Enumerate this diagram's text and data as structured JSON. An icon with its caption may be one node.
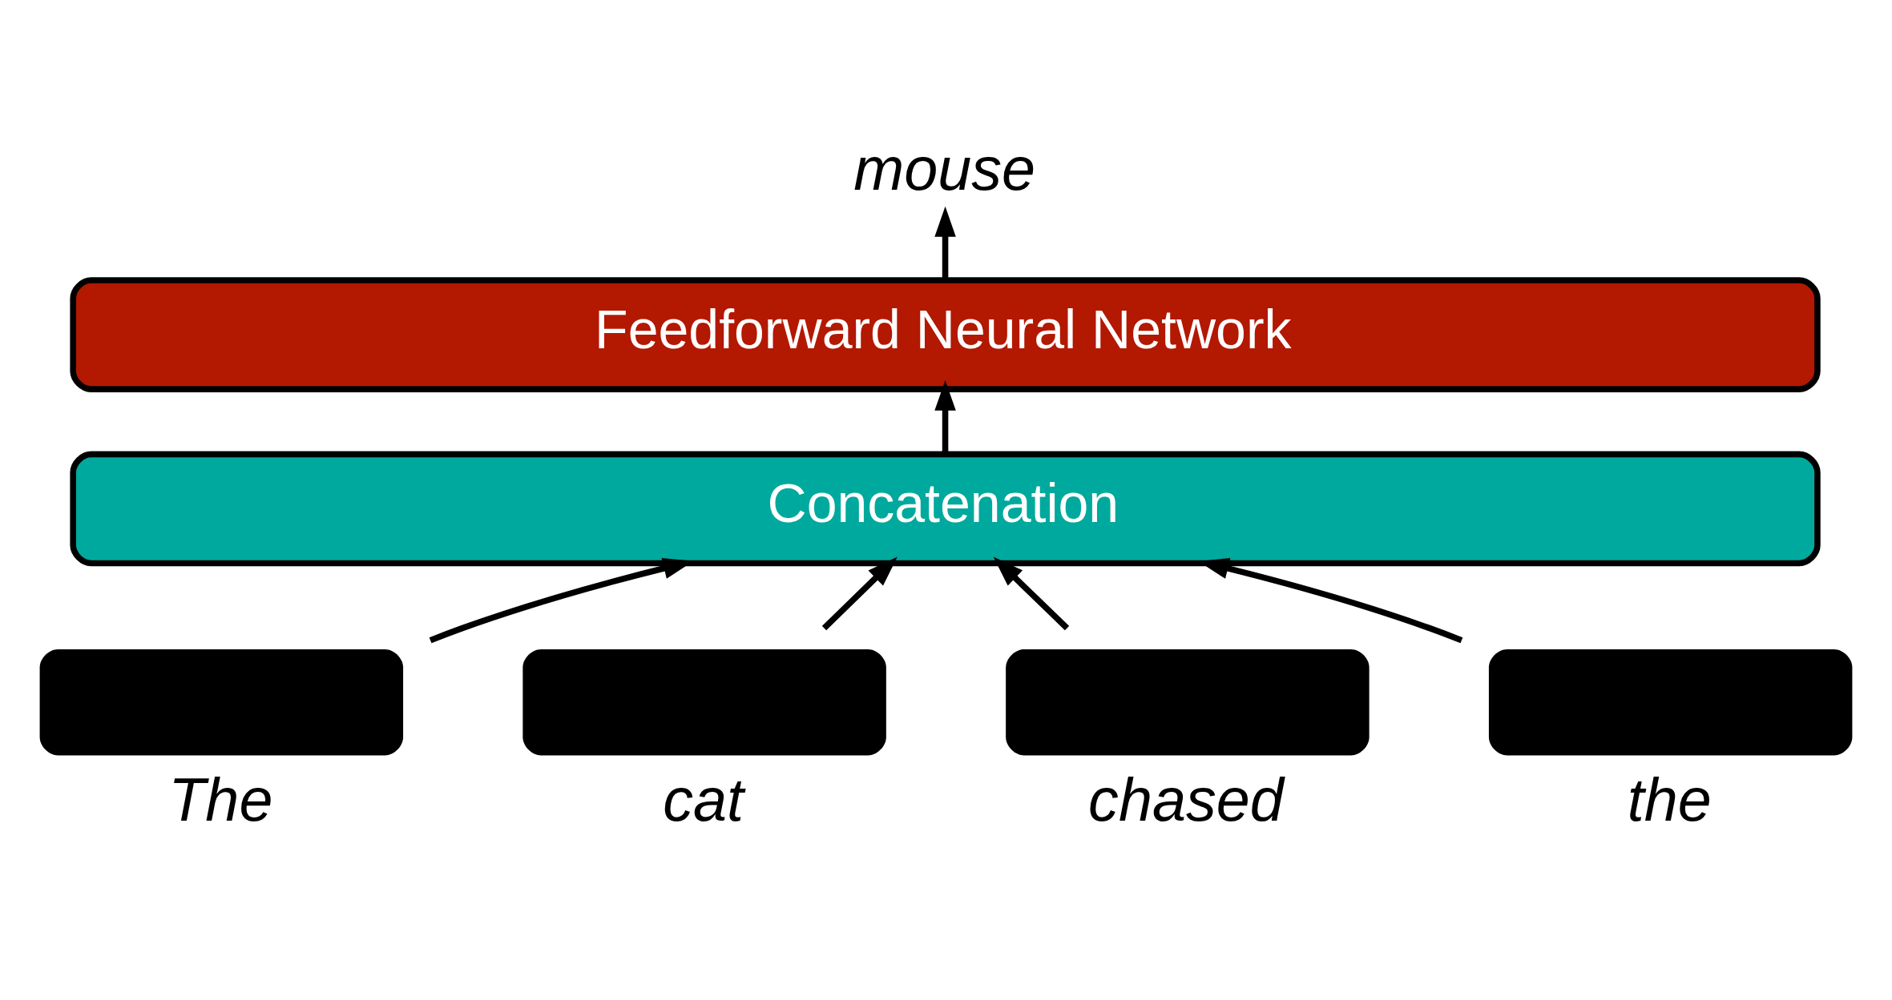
{
  "diagram": {
    "nodes": [
      {
        "text": [
          "mouse"
        ]
      },
      {
        "text": [
          "Feedforward Neural Network"
        ]
      },
      {
        "text": [
          "Concatenation"
        ]
      },
      {
        "text": [],
        "shape": "bar",
        "beside": [
          "The"
        ]
      },
      {
        "text": [],
        "shape": "bar",
        "beside": [
          "cat"
        ]
      },
      {
        "text": [],
        "shape": "bar",
        "beside": [
          "chased"
        ]
      },
      {
        "text": [],
        "shape": "bar",
        "beside": [
          "the"
        ]
      }
    ],
    "edges": [
      {
        "from": 1,
        "to": 0,
        "arrow": "to"
      },
      {
        "from": 2,
        "to": 1,
        "arrow": "to"
      },
      {
        "from": 3,
        "to": 2,
        "arrow": "to"
      },
      {
        "from": 4,
        "to": 2,
        "arrow": "to"
      },
      {
        "from": 5,
        "to": 2,
        "arrow": "to"
      },
      {
        "from": 6,
        "to": 2,
        "arrow": "to"
      }
    ]
  }
}
